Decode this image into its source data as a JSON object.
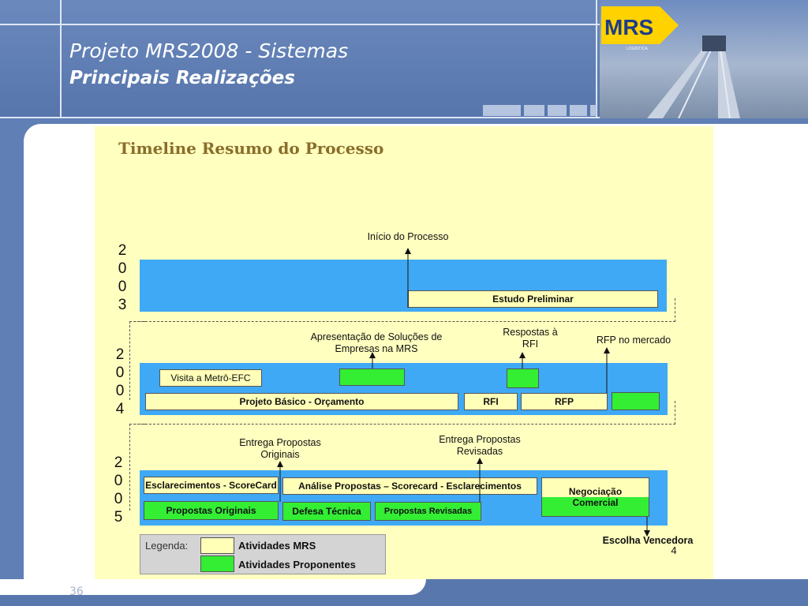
{
  "slide": {
    "title": "Projeto MRS2008 - Sistemas",
    "subtitle": "Principais Realizações",
    "page_number": "36"
  },
  "logo": {
    "text": "MRS",
    "subtext": "LOGÍSTICA"
  },
  "diagram": {
    "title": "Timeline Resumo do Processo",
    "years": [
      {
        "digits": [
          "2",
          "0",
          "0",
          "3"
        ]
      },
      {
        "digits": [
          "2",
          "0",
          "0",
          "4"
        ]
      },
      {
        "digits": [
          "2",
          "0",
          "0",
          "5"
        ]
      }
    ],
    "labels": {
      "inicio": "Início do Processo",
      "apresentacao": "Apresentação de Soluções de Empresas na MRS",
      "respostas": "Respostas à RFI",
      "rfp_mercado": "RFP no mercado",
      "entrega_orig": "Entrega Propostas Originais",
      "entrega_rev": "Entrega Propostas Revisadas",
      "escolha": "Escolha Vencedora",
      "footnote": "4"
    },
    "boxes_2003": {
      "estudo": "Estudo Preliminar"
    },
    "boxes_2004": {
      "visita": "Visita a Metrô-EFC",
      "projeto": "Projeto Básico - Orçamento",
      "rfi": "RFI",
      "rfp": "RFP"
    },
    "boxes_2005": {
      "esclarecimentos": "Esclarecimentos - ScoreCard",
      "analise": "Análise Propostas – Scorecard - Esclarecimentos",
      "originais": "Propostas Originais",
      "defesa": "Defesa Técnica",
      "revisadas": "Propostas Revisadas",
      "negociacao": "Negociação Comercial"
    },
    "legend": {
      "title": "Legenda:",
      "items": [
        {
          "label": "Atividades MRS",
          "color": "#ffffb8"
        },
        {
          "label": "Atividades Proponentes",
          "color": "#33ee33"
        }
      ]
    },
    "colors": {
      "band": "#3fa9f5",
      "panel": "#ffffc0",
      "mrs": "#ffffb8",
      "proponentes": "#33ee33"
    }
  }
}
